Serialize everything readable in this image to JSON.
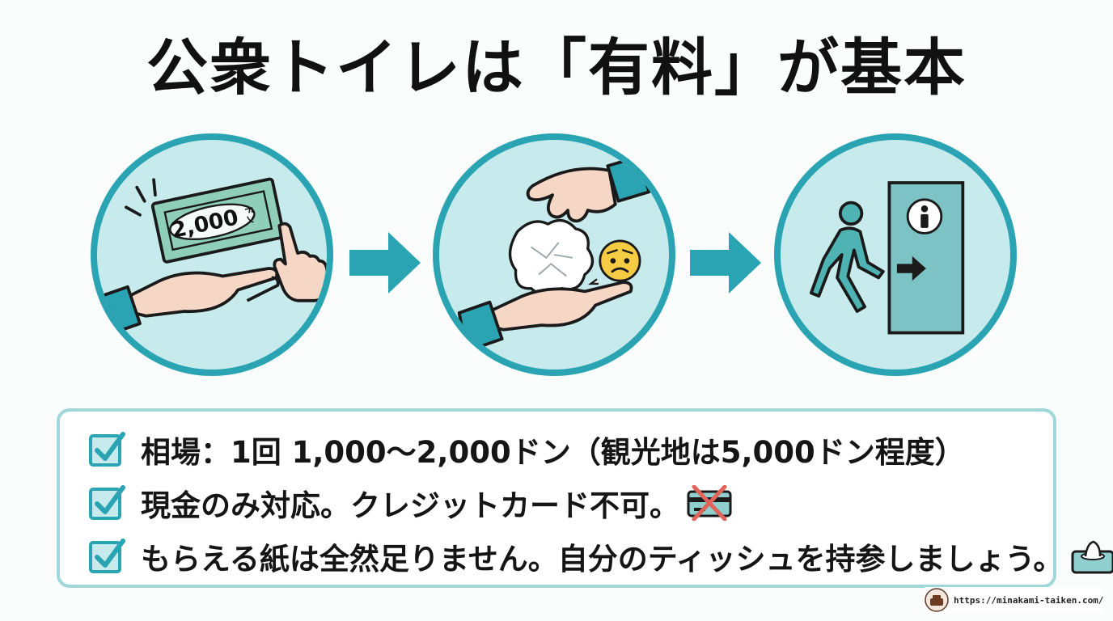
{
  "title": "公衆トイレは「有料」が基本",
  "steps": [
    {
      "banknote_amount": "2,000",
      "banknote_unit": "ドン"
    },
    {},
    {}
  ],
  "checklist": [
    {
      "text": "相場：1回 1,000〜2,000ドン（観光地は5,000ドン程度）",
      "icon": ""
    },
    {
      "text": "現金のみ対応。クレジットカード不可。",
      "icon": "no-credit-card-icon"
    },
    {
      "text": "もらえる紙は全然足りません。自分のティッシュを持参しましょう。",
      "icon": "tissue-box-icon"
    }
  ],
  "footer": {
    "url": "https://minakami-taiken.com/"
  },
  "colors": {
    "teal": "#2aa3b3",
    "circle_fill": "#c7ebec",
    "panel_border": "#9fd7db",
    "money": "#8fcfb9",
    "red_x": "#e0645a"
  }
}
